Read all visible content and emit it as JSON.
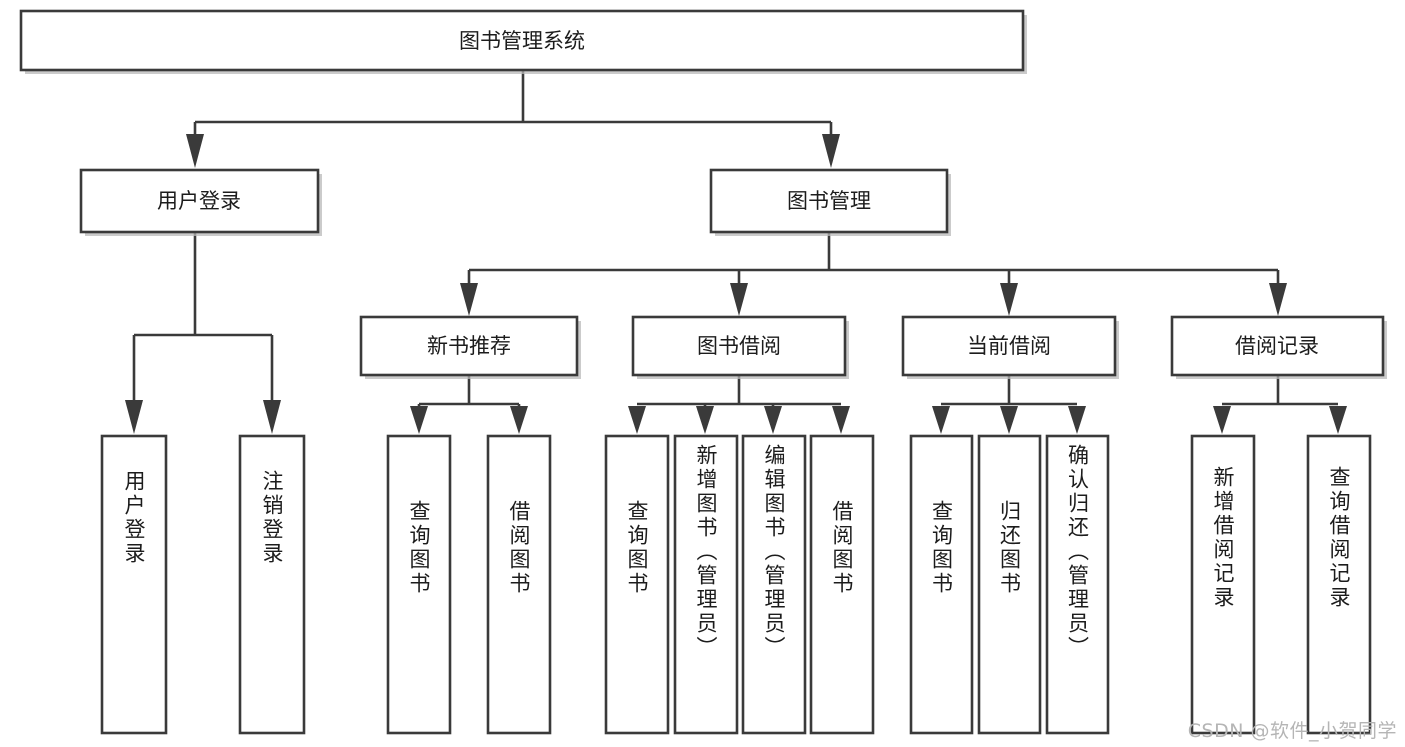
{
  "diagram": {
    "type": "tree",
    "title": "图书管理系统",
    "orientation": "top-down",
    "colors": {
      "node_border": "#3a3a3a",
      "node_fill": "#ffffff",
      "connector": "#3a3a3a",
      "text": "#1c1c1c",
      "watermark": "#b5b5b5",
      "background": "#ffffff"
    },
    "root": {
      "id": "root",
      "label": "图书管理系统"
    },
    "level2": [
      {
        "id": "user-login",
        "label": "用户登录"
      },
      {
        "id": "book-management",
        "label": "图书管理"
      }
    ],
    "level3": [
      {
        "id": "new-book-recommend",
        "label": "新书推荐",
        "parent": "book-management"
      },
      {
        "id": "book-borrow",
        "label": "图书借阅",
        "parent": "book-management"
      },
      {
        "id": "current-borrow",
        "label": "当前借阅",
        "parent": "book-management"
      },
      {
        "id": "borrow-record",
        "label": "借阅记录",
        "parent": "book-management"
      }
    ],
    "leaves": [
      {
        "id": "leaf-user-login",
        "label": "用户登录",
        "parent": "user-login"
      },
      {
        "id": "leaf-user-logout",
        "label": "注销登录",
        "parent": "user-login"
      },
      {
        "id": "leaf-query-book-1",
        "label": "查询图书",
        "parent": "new-book-recommend"
      },
      {
        "id": "leaf-borrow-book-1",
        "label": "借阅图书",
        "parent": "new-book-recommend"
      },
      {
        "id": "leaf-query-book-2",
        "label": "查询图书",
        "parent": "book-borrow"
      },
      {
        "id": "leaf-add-book",
        "label": "新增图书（管理员）",
        "parent": "book-borrow"
      },
      {
        "id": "leaf-edit-book",
        "label": "编辑图书（管理员）",
        "parent": "book-borrow"
      },
      {
        "id": "leaf-borrow-book-2",
        "label": "借阅图书",
        "parent": "book-borrow"
      },
      {
        "id": "leaf-query-book-3",
        "label": "查询图书",
        "parent": "current-borrow"
      },
      {
        "id": "leaf-return-book",
        "label": "归还图书",
        "parent": "current-borrow"
      },
      {
        "id": "leaf-confirm-return",
        "label": "确认归还（管理员）",
        "parent": "current-borrow"
      },
      {
        "id": "leaf-add-record",
        "label": "新增借阅记录",
        "parent": "borrow-record"
      },
      {
        "id": "leaf-query-record",
        "label": "查询借阅记录",
        "parent": "borrow-record"
      }
    ],
    "watermark": "CSDN @软件_小贺同学"
  }
}
